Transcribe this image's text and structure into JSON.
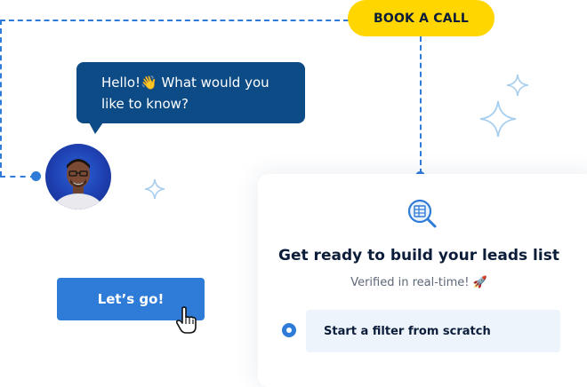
{
  "header": {
    "book_call_label": "BOOK A CALL"
  },
  "chat": {
    "greeting": "Hello!👋 What would you like to know?"
  },
  "cta": {
    "lets_go_label": "Let’s go!"
  },
  "card": {
    "title": "Get ready to build your leads list",
    "subtitle": "Verified in real-time! 🚀",
    "option_label": "Start a filter from scratch"
  },
  "colors": {
    "accent_blue": "#2f7bd8",
    "bubble_navy": "#0d4b86",
    "book_yellow": "#ffd600",
    "option_bg": "#edf4fc",
    "text_dark": "#0c1d3a"
  },
  "icons": [
    "search-table-icon",
    "sparkle-icon",
    "hand-pointer-icon",
    "rocket-emoji"
  ]
}
